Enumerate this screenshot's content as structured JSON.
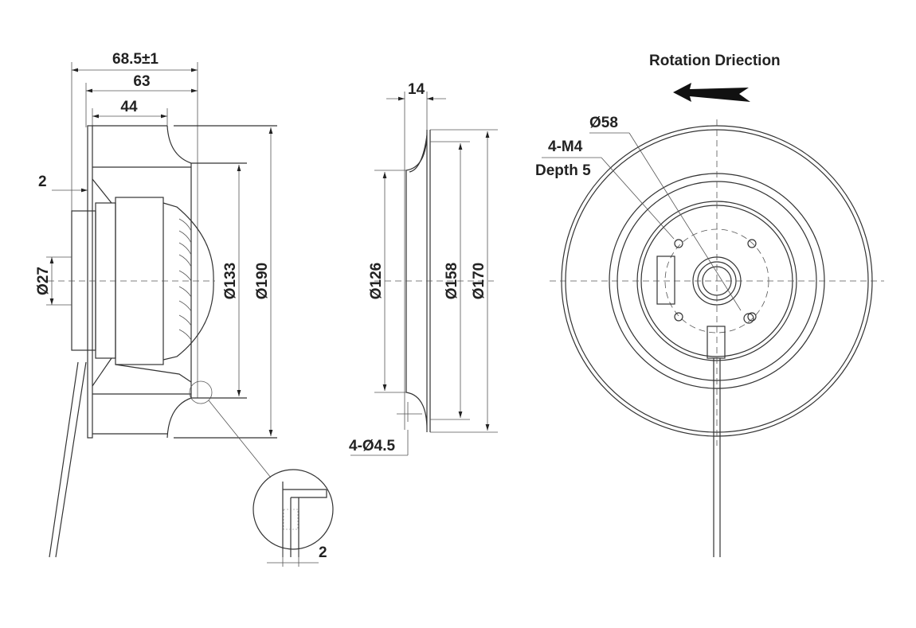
{
  "side_view": {
    "dim_overall_length": "68.5±1",
    "dim_body_length": "63",
    "dim_inlet_length": "44",
    "dim_flange_thickness": "2",
    "dim_shaft_diameter": "Ø27",
    "dim_inner_diameter": "Ø133",
    "dim_outer_diameter": "Ø190",
    "detail_dim": "2"
  },
  "inlet_ring_view": {
    "dim_width": "14",
    "dim_throat_diameter": "Ø126",
    "dim_mid_diameter": "Ø158",
    "dim_outer_diameter": "Ø170",
    "dim_holes": "4-Ø4.5"
  },
  "front_view": {
    "rotation_label": "Rotation Driection",
    "dim_bolt_circle": "Ø58",
    "dim_thread": "4-M4",
    "dim_depth": "Depth 5"
  }
}
